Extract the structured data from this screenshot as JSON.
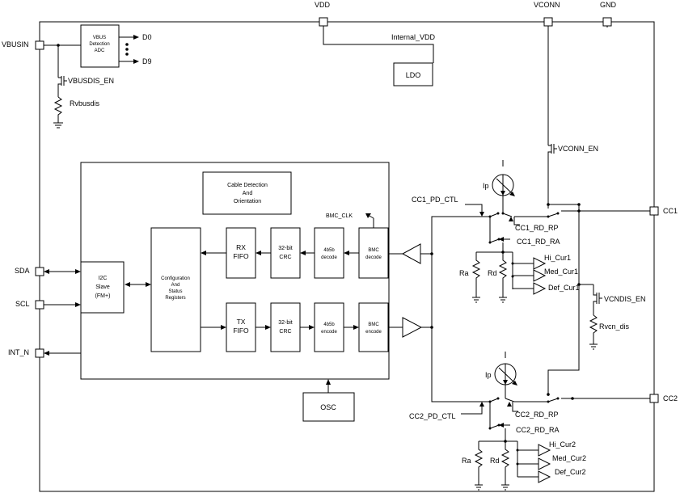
{
  "pins": {
    "vbusin": "VBUSIN",
    "vdd": "VDD",
    "vconn": "VCONN",
    "gnd": "GND",
    "sda": "SDA",
    "scl": "SCL",
    "int_n": "INT_N",
    "cc1": "CC1",
    "cc2": "CC2"
  },
  "vbus": {
    "adc_line1": "VBUS",
    "adc_line2": "Detection",
    "adc_line3": "ADC",
    "d0": "D0",
    "d9": "D9",
    "vbusdis_en": "VBUSDIS_EN",
    "rvbusdis": "Rvbusdis"
  },
  "power": {
    "internal_vdd": "Internal_VDD",
    "ldo": "LDO",
    "vconn_en": "VCONN_EN",
    "vcndis_en": "VCNDIS_EN",
    "rvcn_dis": "Rvcn_dis"
  },
  "core": {
    "cable_line1": "Cable Detection",
    "cable_line2": "And",
    "cable_line3": "Orientation",
    "i2c_line1": "I2C",
    "i2c_line2": "Slave",
    "i2c_line3": "(FM+)",
    "cfg_line1": "Configuration",
    "cfg_line2": "And",
    "cfg_line3": "Status",
    "cfg_line4": "Registers",
    "rx_fifo_line1": "RX",
    "rx_fifo_line2": "FIFO",
    "tx_fifo_line1": "TX",
    "tx_fifo_line2": "FIFO",
    "crc_line1": "32-bit",
    "crc_line2": "CRC",
    "decode_line1": "4b5b",
    "decode_line2": "decode",
    "encode_line1": "4b5b",
    "encode_line2": "encode",
    "bmc_decode_line1": "BMC",
    "bmc_decode_line2": "decode",
    "bmc_encode_line1": "BMC",
    "bmc_encode_line2": "encode",
    "bmc_clk": "BMC_CLK",
    "osc": "OSC"
  },
  "cc1_path": {
    "pd_ctl": "CC1_PD_CTL",
    "ip": "Ip",
    "rd_rp": "CC1_RD_RP",
    "rd_ra": "CC1_RD_RA",
    "ra": "Ra",
    "rd": "Rd",
    "hi": "Hi_Cur1",
    "med": "Med_Cur1",
    "def": "Def_Cur1"
  },
  "cc2_path": {
    "pd_ctl": "CC2_PD_CTL",
    "ip": "Ip",
    "rd_rp": "CC2_RD_RP",
    "rd_ra": "CC2_RD_RA",
    "ra": "Ra",
    "rd": "Rd",
    "hi": "Hi_Cur2",
    "med": "Med_Cur2",
    "def": "Def_Cur2"
  }
}
